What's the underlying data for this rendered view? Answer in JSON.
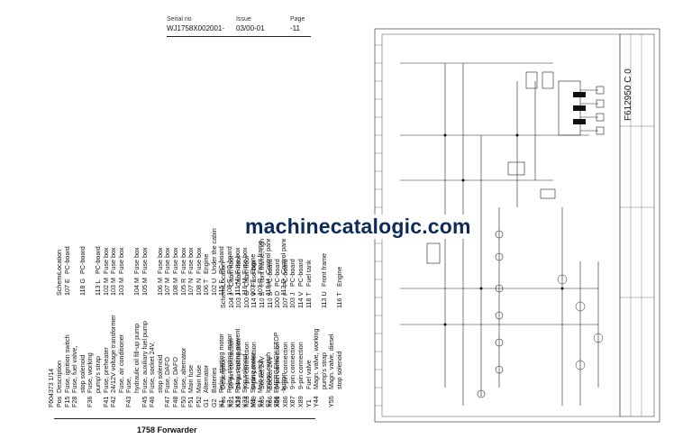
{
  "header": {
    "serial_label": "Serial no",
    "serial_value": "WJ1758X002001-",
    "issue_label": "Issue",
    "issue_value": "03/00-01",
    "page_label": "Page",
    "page_value": "-11"
  },
  "doc_ref": "F604373 1/14",
  "footer_title": "1758 Forwarder",
  "watermark": "machinecatalogic.com",
  "table1": {
    "headers": {
      "pos": "Pos",
      "desc": "Description",
      "scheme": "Scheme",
      "location": "Location"
    },
    "rows": [
      {
        "pos": "F15",
        "desc": "Fuse, ignition switch",
        "scheme": "107 E",
        "location": "PC-board"
      },
      {
        "pos": "F28",
        "desc": "Fuse, fuel valve,",
        "scheme": "",
        "location": ""
      },
      {
        "pos": "",
        "desc": "stop solenoid",
        "scheme": "118 G",
        "location": "PC-board"
      },
      {
        "pos": "F36",
        "desc": "Fuse, working",
        "scheme": "",
        "location": ""
      },
      {
        "pos": "",
        "desc": "pump's strap",
        "scheme": "113 L",
        "location": "PC-board"
      },
      {
        "pos": "F41",
        "desc": "Fuse, preheater",
        "scheme": "102 M",
        "location": "Fuse box"
      },
      {
        "pos": "F42",
        "desc": "24/12V voltage transformer",
        "scheme": "103 M",
        "location": "Fuse box"
      },
      {
        "pos": "",
        "desc": "Fuse, air conditioner",
        "scheme": "103 M",
        "location": "Fuse box"
      },
      {
        "pos": "F43",
        "desc": "Fuse,",
        "scheme": "",
        "location": ""
      },
      {
        "pos": "",
        "desc": "hydraulic oil fill-up pump",
        "scheme": "104 M",
        "location": "Fuse box"
      },
      {
        "pos": "F45",
        "desc": "Fuse, auxiliary fuel pump",
        "scheme": "105 M",
        "location": "Fuse box"
      },
      {
        "pos": "F46",
        "desc": "Fuse, socket 24V,",
        "scheme": "",
        "location": ""
      },
      {
        "pos": "",
        "desc": "stop solenoid",
        "scheme": "106 M",
        "location": "Fuse box"
      },
      {
        "pos": "F47",
        "desc": "Fuse, DAFO",
        "scheme": "107 M",
        "location": "Fuse box"
      },
      {
        "pos": "F48",
        "desc": "Fuse, DAFO",
        "scheme": "108 M",
        "location": "Fuse box"
      },
      {
        "pos": "F50",
        "desc": "Fuse, alternator",
        "scheme": "105 R",
        "location": "Fuse box"
      },
      {
        "pos": "F51",
        "desc": "Main fuse",
        "scheme": "107 N",
        "location": "Fuse box"
      },
      {
        "pos": "F52",
        "desc": "Main fuse",
        "scheme": "108 N",
        "location": "Fuse box"
      },
      {
        "pos": "G1",
        "desc": "Alternator",
        "scheme": "106 T",
        "location": "Engine"
      },
      {
        "pos": "G2",
        "desc": "Batteries",
        "scheme": "102 U",
        "location": "Under the cabin"
      },
      {
        "pos": "K1",
        "desc": "Relay, starting motor",
        "scheme": "115 F",
        "location": "PC-board"
      },
      {
        "pos": "K3",
        "desc": "Relay, starting motor",
        "scheme": "108 S",
        "location": "PC-board"
      },
      {
        "pos": "K14",
        "desc": "Relay, starting prevent",
        "scheme": "111 M",
        "location": "Fuse box"
      },
      {
        "pos": "K32",
        "desc": "Stop solenoid",
        "scheme": "116 M",
        "location": "Fuse box"
      },
      {
        "pos": "M1",
        "desc": "Starting motor",
        "scheme": "107 T",
        "location": "Engine"
      },
      {
        "pos": "S1",
        "desc": "Main switch",
        "scheme": "107 R",
        "location": "Front frame"
      },
      {
        "pos": "S2",
        "desc": "Ignition switch",
        "scheme": "118 H",
        "location": "Control panel"
      },
      {
        "pos": "S56",
        "desc": "EMERGENCY STOP",
        "scheme": "",
        "location": ""
      },
      {
        "pos": "",
        "desc": "-button",
        "scheme": "112 D",
        "location": "Control panel"
      }
    ]
  },
  "table2": {
    "headers": {
      "pos": "Pos",
      "desc": "Description",
      "scheme": "Scheme",
      "location": "Location"
    },
    "rows": [
      {
        "pos": "X21",
        "desc": "16-pin connection",
        "scheme": "104 J",
        "location": "Cabin floor"
      },
      {
        "pos": "X22",
        "desc": "24-pin connection",
        "scheme": "103 J",
        "location": "Cabin floor"
      },
      {
        "pos": "X23",
        "desc": "7-pin connection",
        "scheme": "100 G",
        "location": "Cabin floor"
      },
      {
        "pos": "X49",
        "desc": "9-pin connection",
        "scheme": "114 V",
        "location": "Fuse box"
      },
      {
        "pos": "X65",
        "desc": "Socket 24V",
        "scheme": "110 S",
        "location": "Front frame, right"
      },
      {
        "pos": "X66",
        "desc": "Socket 24V",
        "scheme": "110 S",
        "location": "PC-board"
      },
      {
        "pos": "X81",
        "desc": "9-pin connection",
        "scheme": "100 D",
        "location": "PC-board"
      },
      {
        "pos": "X86",
        "desc": "9-pin connection",
        "scheme": "107 F",
        "location": "PC-board"
      },
      {
        "pos": "X87",
        "desc": "9-pin connection",
        "scheme": "103 J",
        "location": "PC-board"
      },
      {
        "pos": "X89",
        "desc": "9-pin connection",
        "scheme": "114 V",
        "location": "PC-board"
      },
      {
        "pos": "Y1",
        "desc": "Fuel valve",
        "scheme": "118 T",
        "location": "Fuel tank"
      },
      {
        "pos": "Y44",
        "desc": "Magn. valve, working",
        "scheme": "",
        "location": ""
      },
      {
        "pos": "",
        "desc": "pump's strap",
        "scheme": "113 U",
        "location": "Front frame"
      },
      {
        "pos": "Y55",
        "desc": "Magn. valve, diesel",
        "scheme": "",
        "location": ""
      },
      {
        "pos": "",
        "desc": "stop solenoid",
        "scheme": "116 T",
        "location": "Engine"
      }
    ]
  },
  "schematic": {
    "drawing_number": "F612950 C 0"
  }
}
